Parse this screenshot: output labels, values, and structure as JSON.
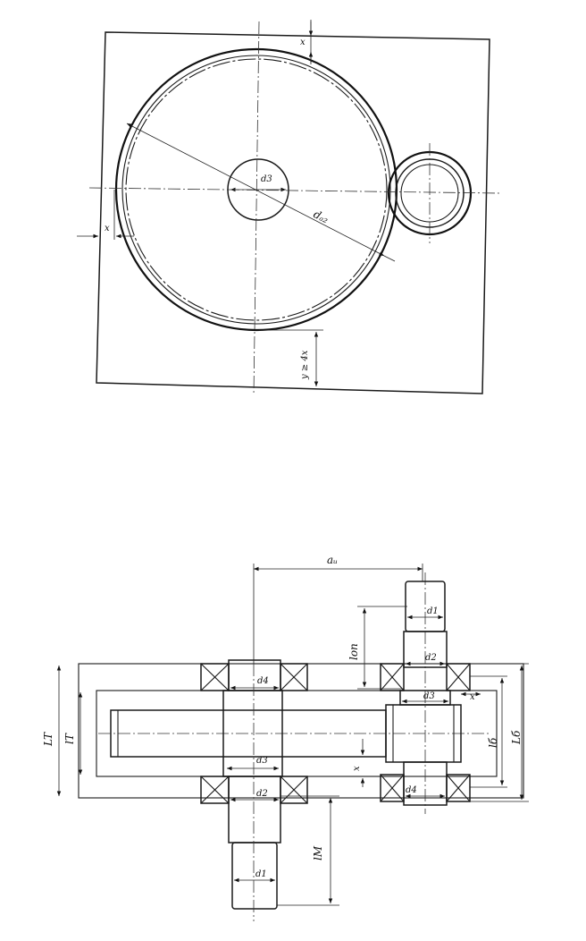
{
  "top_view": {
    "labels": {
      "x_top": "x",
      "x_left": "x",
      "d3": "d3",
      "da2": "dₐ₂",
      "y_rule": "y ≥ 4x"
    }
  },
  "bottom_view": {
    "labels": {
      "aw": "aᵤ",
      "d1_top": "d1",
      "lon": "lоп",
      "d2_right": "d2",
      "d3_right": "d3",
      "x_right": "x",
      "lb_small": "lб",
      "Lb": "Lб",
      "x_mid": "x",
      "d4_right": "d4",
      "LT": "LT",
      "lT": "lT",
      "d4_left": "d4",
      "d3_left": "d3",
      "d2_left": "d2",
      "lM": "lM",
      "d1_bottom": "d1"
    }
  }
}
